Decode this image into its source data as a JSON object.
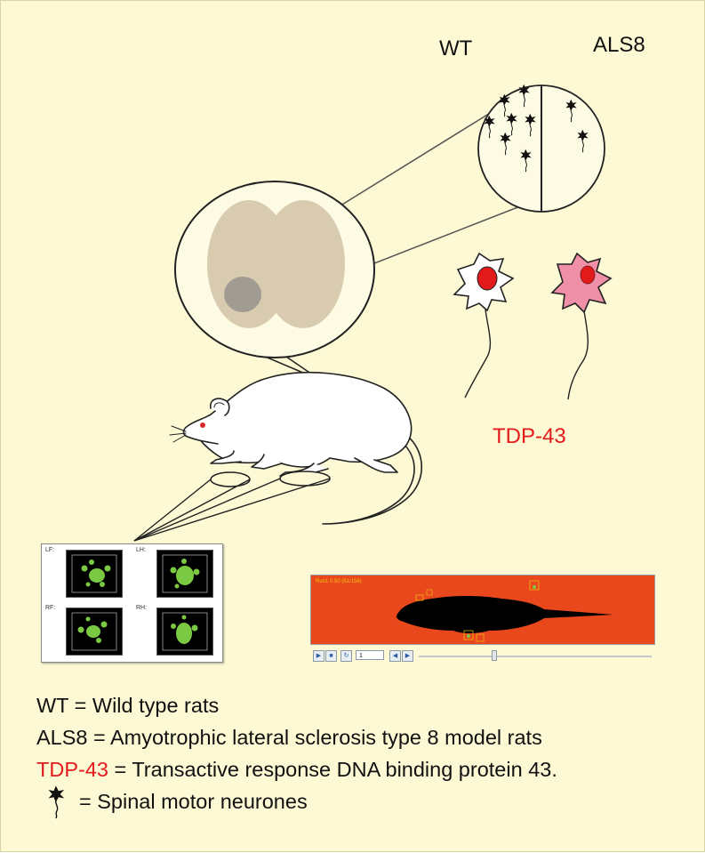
{
  "labels": {
    "wt": "WT",
    "als8": "ALS8",
    "tdp43": "TDP-43"
  },
  "legend": {
    "row1": "WT = Wild type rats",
    "row2": "ALS8 = Amyotrophic lateral sclerosis type 8 model rats",
    "row3_key": "TDP-43",
    "row3_rest": " = Transactive response DNA binding protein 43.",
    "row4": "= Spinal motor neurones"
  },
  "gait_panel": {
    "paw_labels": [
      "LF:",
      "LH:",
      "RF:",
      "RH:"
    ]
  },
  "run_panel": {
    "title": "Run1 0.50 (51/156)",
    "frame_select": "1"
  },
  "colors": {
    "background": "#fcf9d4",
    "tdp43_label": "#e31a1c",
    "spinal_cord_gray_matter": "#d9cbb0",
    "ventral_horn_spot": "#a19c92",
    "wt_nucleus": "#e31a1c",
    "als8_cytoplasm": "#f08fa8",
    "video_background": "#e8481c",
    "paw_print": "#7ac943"
  },
  "icons": [
    "motor-neuron-icon",
    "play-icon",
    "stop-icon",
    "loop-icon",
    "step-back-icon",
    "step-forward-icon"
  ]
}
